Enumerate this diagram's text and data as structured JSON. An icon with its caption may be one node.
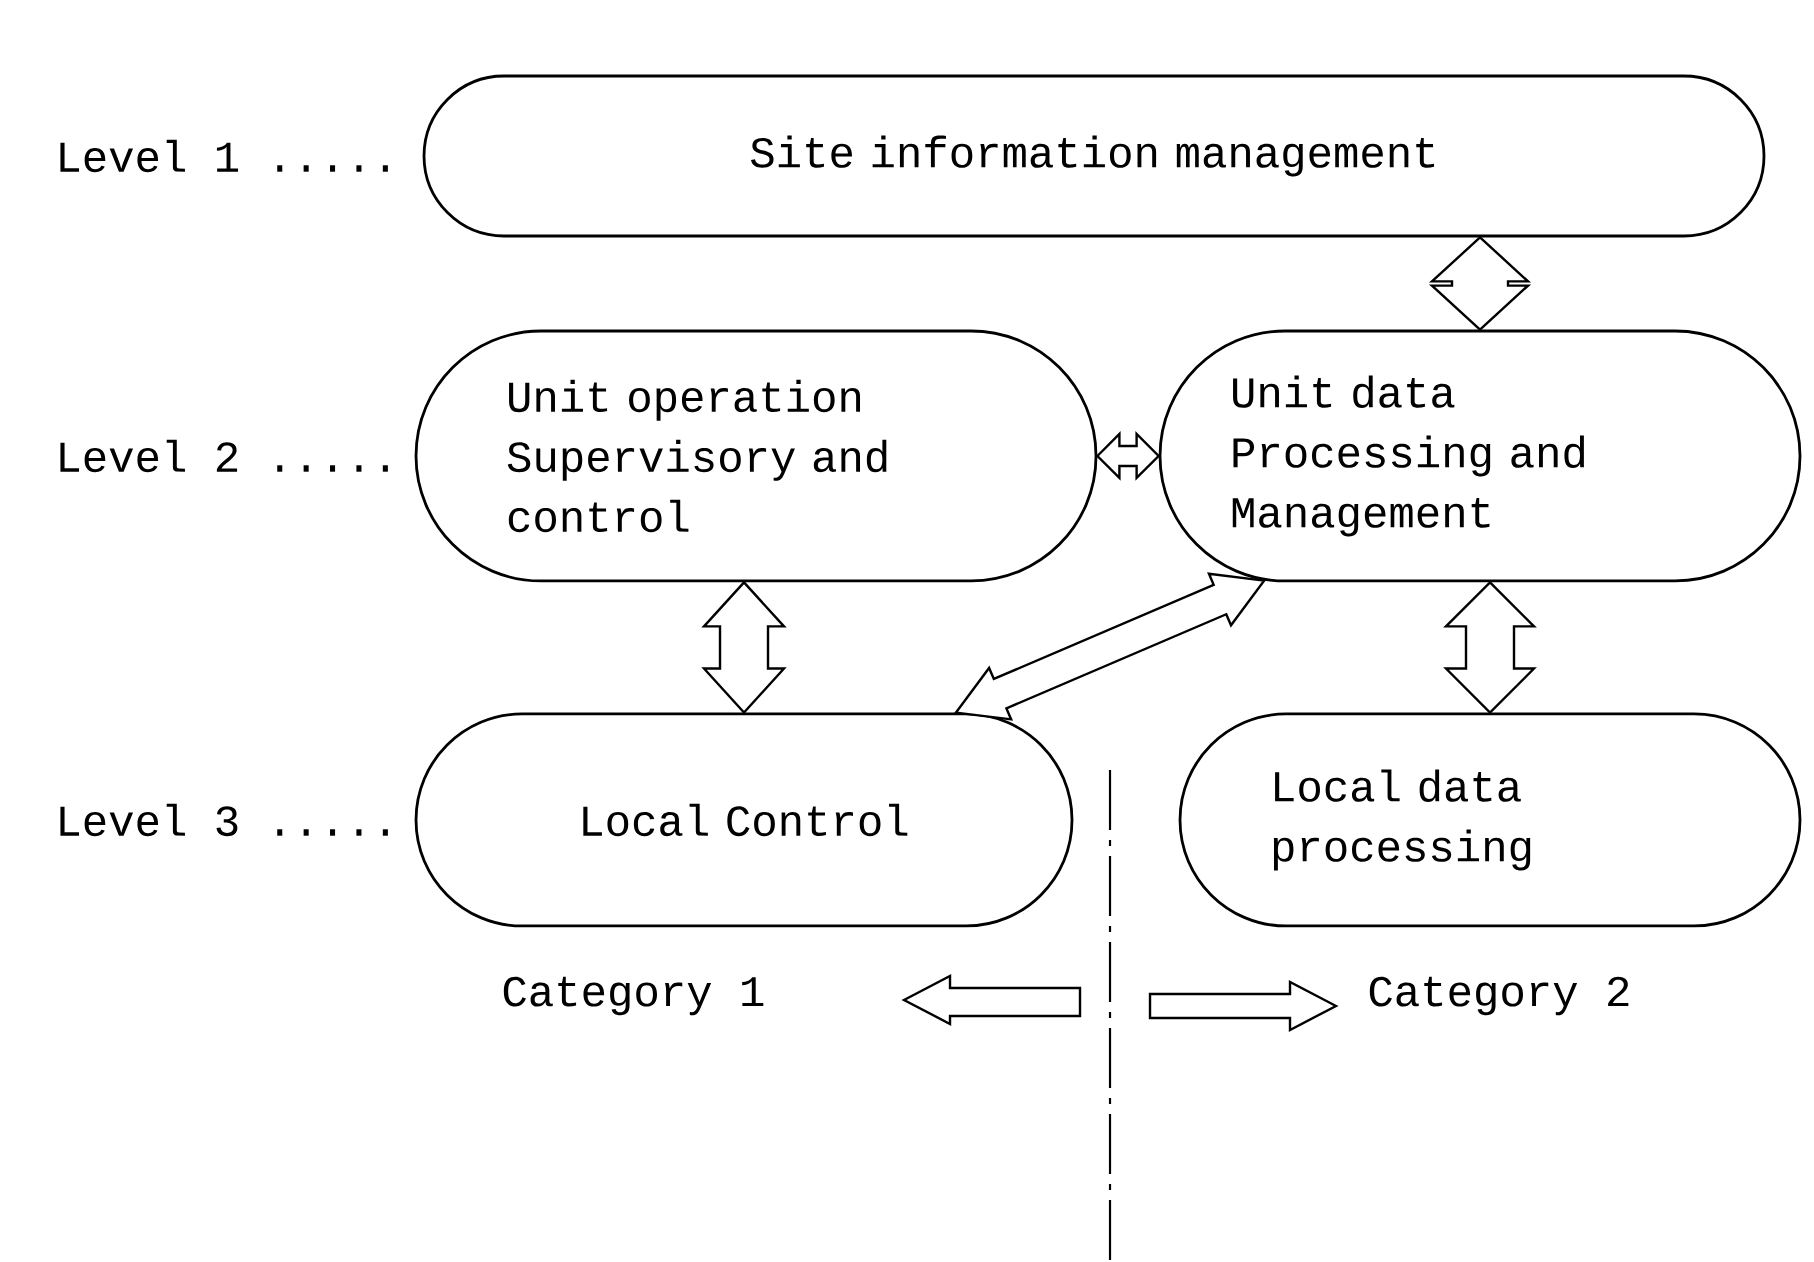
{
  "diagram": {
    "nodes": [
      {
        "text": [
          "Site information management"
        ]
      },
      {
        "text": [
          "Unit operation Supervisory and control"
        ]
      },
      {
        "text": [
          "Unit data Processing and Management"
        ]
      },
      {
        "text": [
          "Local Control"
        ]
      },
      {
        "text": [
          "Local data processing"
        ]
      }
    ],
    "edges": [
      {
        "from": 0,
        "to": 2,
        "arrow": "both"
      },
      {
        "from": 1,
        "to": 2,
        "arrow": "both"
      },
      {
        "from": 1,
        "to": 3,
        "arrow": "both"
      },
      {
        "from": 3,
        "to": 2,
        "arrow": "both"
      },
      {
        "from": 2,
        "to": 4,
        "arrow": "both"
      }
    ],
    "labels": [
      "Level 1 .....",
      "Level 2 .....",
      "Level 3 .....",
      "Category 1",
      "Category 2"
    ]
  }
}
